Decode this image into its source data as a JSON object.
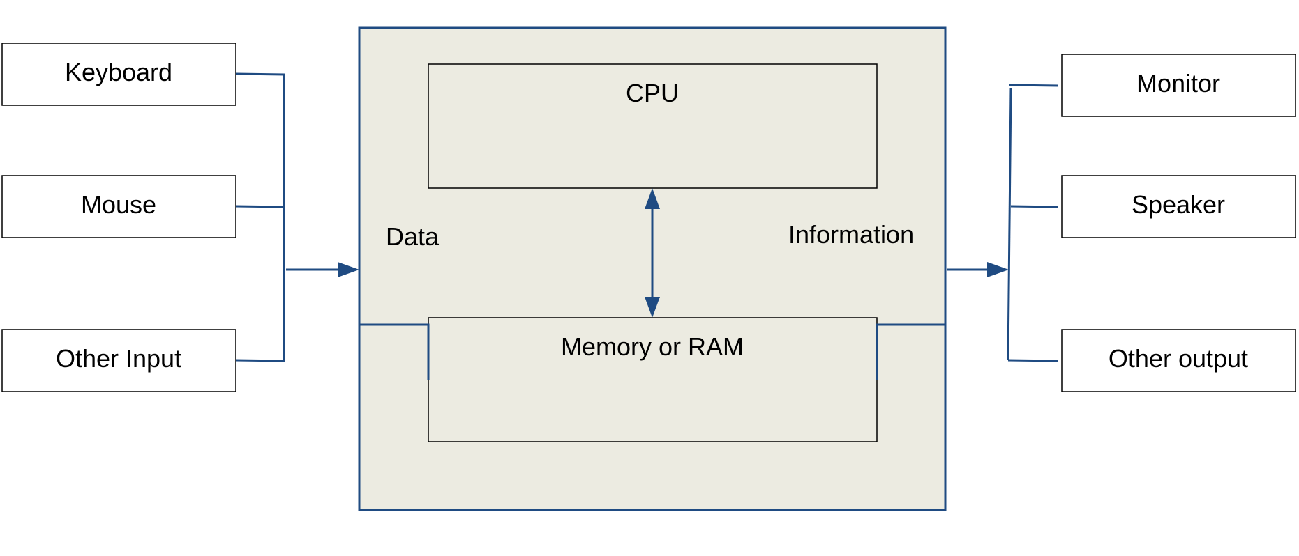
{
  "colors": {
    "connector": "#1f4b82",
    "system_fill": "#ecebe1",
    "box_stroke": "#000000",
    "background": "#ffffff"
  },
  "inputs": [
    "Keyboard",
    "Mouse",
    "Other Input"
  ],
  "outputs": [
    "Monitor",
    "Speaker",
    "Other output"
  ],
  "system": {
    "cpu_label": "CPU",
    "memory_label": "Memory or RAM",
    "data_label": "Data",
    "information_label": "Information"
  }
}
